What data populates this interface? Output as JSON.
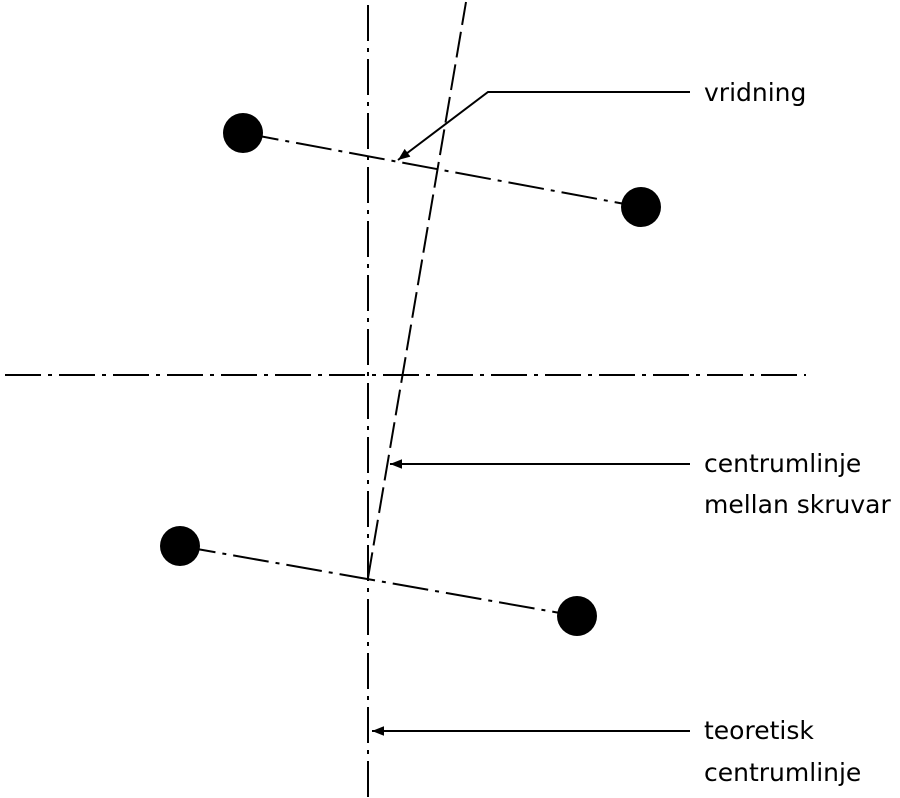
{
  "labels": {
    "twist": "vridning",
    "bolt_centerline": [
      "centrumlinje",
      "mellan skruvar"
    ],
    "theoretical_centerline": [
      "teoretisk",
      "centrumlinje"
    ]
  },
  "colors": {
    "ink": "#000000",
    "background": "#ffffff"
  }
}
